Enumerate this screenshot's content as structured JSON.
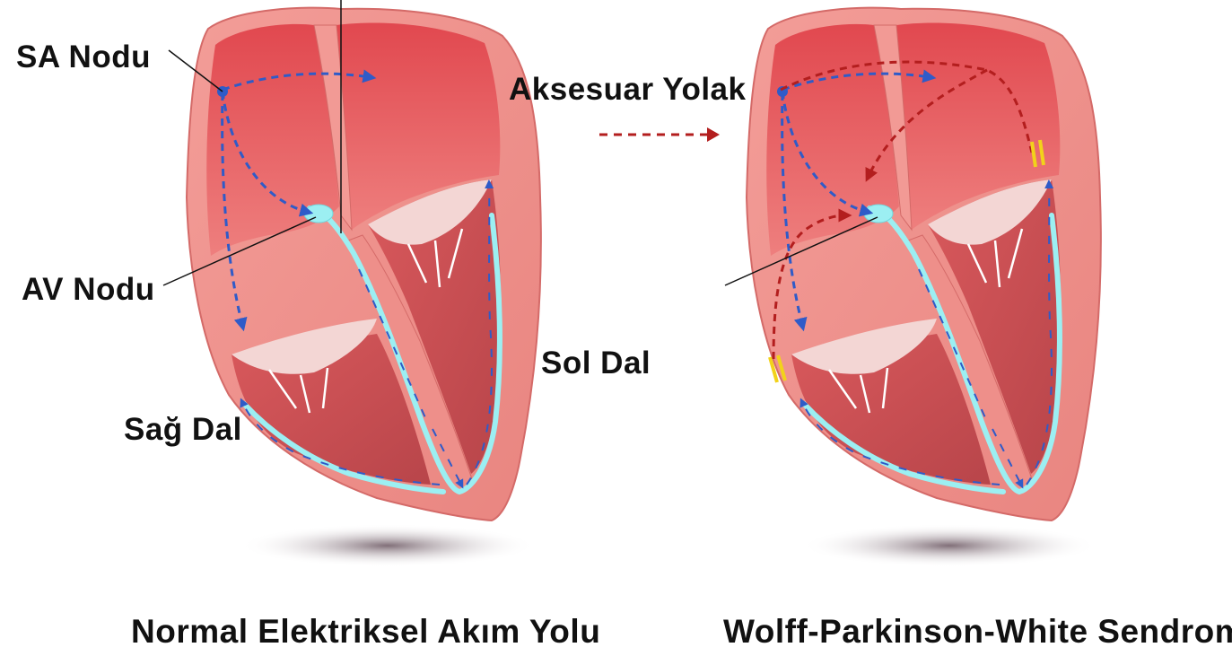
{
  "labels": {
    "sa_node": "SA Nodu",
    "av_node": "AV Nodu",
    "right_branch": "Sağ Dal",
    "left_branch": "Sol Dal",
    "accessory_pathway": "Aksesuar Yolak"
  },
  "captions": {
    "normal": "Normal Elektriksel Akım Yolu",
    "wpw": "Wolff-Parkinson-White Sendromu"
  },
  "colors": {
    "heart_outer": "#EE8F8A",
    "heart_inner": "#E25A5E",
    "conduction_normal": "#2F5BC8",
    "conduction_accessory": "#B31E1E",
    "his_purkinje": "#9CEFF2",
    "accessory_marker": "#F2D21A"
  }
}
